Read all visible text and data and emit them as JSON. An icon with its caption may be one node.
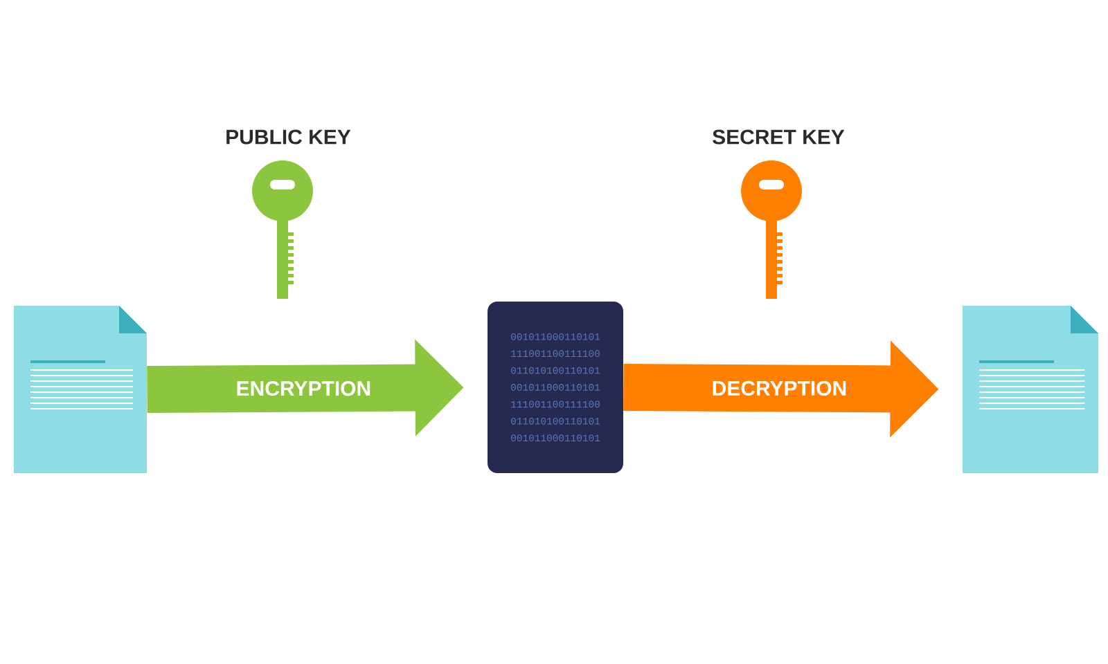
{
  "diagram": {
    "nodes": [
      {
        "text": [],
        "shape": "document"
      },
      {
        "text": [
          "001011000110101 111001100111100 011010100110101 001011000110101 111001100111100 011010100110101 001011000110101"
        ]
      },
      {
        "text": [],
        "shape": "document"
      }
    ],
    "edges": [
      {
        "from": 0,
        "to": 1,
        "arrow": "to",
        "label": "ENCRYPTION",
        "color": "#8cc63f"
      },
      {
        "from": 1,
        "to": 2,
        "arrow": "to",
        "label": "DECRYPTION",
        "color": "#ff7f00"
      }
    ],
    "labels": [
      "PUBLIC KEY",
      "SECRET KEY"
    ]
  }
}
